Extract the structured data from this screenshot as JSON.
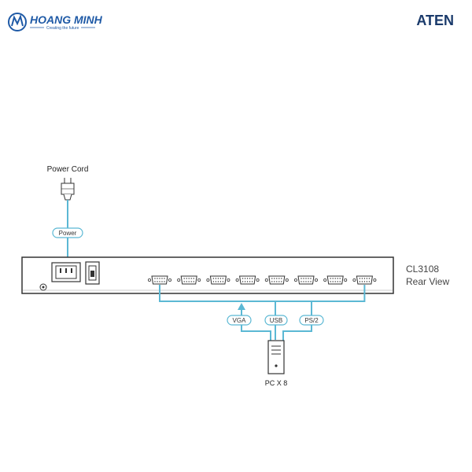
{
  "header": {
    "left_logo": {
      "name": "HOANG MINH",
      "tagline": "Creating the future"
    },
    "right_logo": {
      "name": "ATEN"
    }
  },
  "diagram": {
    "power_cord_label": "Power Cord",
    "power_tag": "Power",
    "device_model": "CL3108",
    "device_view": "Rear View",
    "port_count": 8,
    "cable_tags": [
      "VGA",
      "USB",
      "PS/2"
    ],
    "pc_label": "PC X 8"
  },
  "colors": {
    "cable": "#5bb8d4",
    "outline": "#333333",
    "logo_blue": "#1f5aa6",
    "aten_navy": "#1a3a6b"
  }
}
